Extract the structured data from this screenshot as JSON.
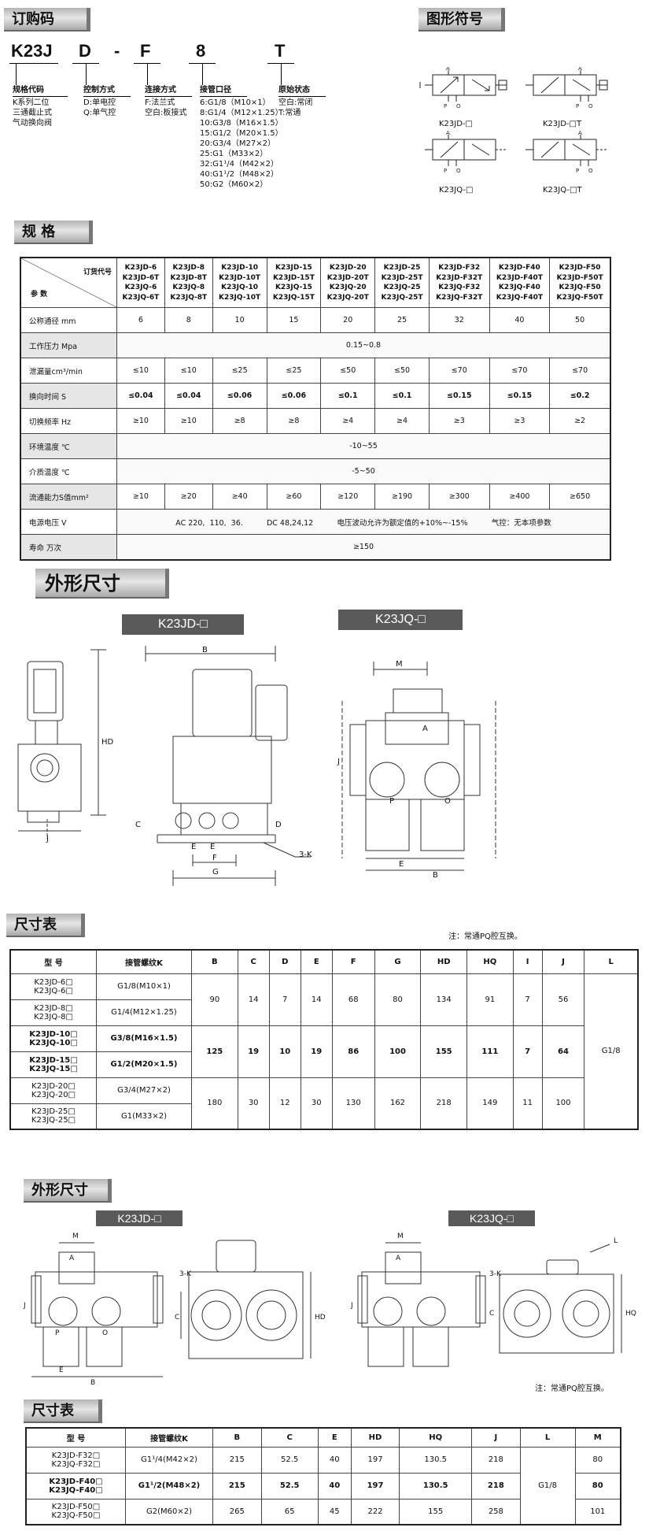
{
  "sections": {
    "order_code": "订购码",
    "symbols": "图形符号",
    "specs": "规  格",
    "outline1": "外形尺寸",
    "dims1": "尺寸表",
    "outline2": "外形尺寸",
    "dims2": "尺寸表"
  },
  "order": {
    "codes": [
      "K23J",
      "D",
      "-",
      "F",
      "8",
      "T"
    ],
    "groups": [
      {
        "title": "规格代码",
        "lines": [
          "K系列二位",
          "三通截止式",
          "气动换向阀"
        ]
      },
      {
        "title": "控制方式",
        "lines": [
          "D:单电控",
          "Q:单气控"
        ]
      },
      {
        "title": "连接方式",
        "lines": [
          "F:法兰式",
          "空白:板接式"
        ]
      },
      {
        "title": "接管口径",
        "lines": [
          "6:G1/8（M10×1）",
          "8:G1/4（M12×1.25）",
          "10:G3/8（M16×1.5）",
          "15:G1/2（M20×1.5）",
          "20:G3/4（M27×2）",
          "25:G1（M33×2）",
          "32:G1¹/4（M42×2）",
          "40:G1¹/2（M48×2）",
          "50:G2（M60×2）"
        ]
      },
      {
        "title": "原始状态",
        "lines": [
          "空白:常闭",
          "T:常通"
        ]
      }
    ]
  },
  "symbols": {
    "captions": [
      "K23JD-□",
      "K23JD-□T",
      "K23JQ-□",
      "K23JQ-□T"
    ],
    "port_labels": [
      "A",
      "P",
      "O"
    ]
  },
  "spec_table": {
    "corner_top": "订货代号",
    "corner_bottom": "参  数",
    "models": [
      [
        "K23JD-6",
        "K23JD-6T",
        "K23JQ-6",
        "K23JQ-6T"
      ],
      [
        "K23JD-8",
        "K23JD-8T",
        "K23JQ-8",
        "K23JQ-8T"
      ],
      [
        "K23JD-10",
        "K23JD-10T",
        "K23JQ-10",
        "K23JQ-10T"
      ],
      [
        "K23JD-15",
        "K23JD-15T",
        "K23JQ-15",
        "K23JQ-15T"
      ],
      [
        "K23JD-20",
        "K23JD-20T",
        "K23JQ-20",
        "K23JQ-20T"
      ],
      [
        "K23JD-25",
        "K23JD-25T",
        "K23JQ-25",
        "K23JQ-25T"
      ],
      [
        "K23JD-F32",
        "K23JD-F32T",
        "K23JQ-F32",
        "K23JQ-F32T"
      ],
      [
        "K23JD-F40",
        "K23JD-F40T",
        "K23JQ-F40",
        "K23JQ-F40T"
      ],
      [
        "K23JD-F50",
        "K23JD-F50T",
        "K23JQ-F50",
        "K23JQ-F50T"
      ]
    ],
    "rows": [
      {
        "label": "公称通径    mm",
        "values": [
          "6",
          "8",
          "10",
          "15",
          "20",
          "25",
          "32",
          "40",
          "50"
        ]
      },
      {
        "label": "工作压力  Mpa",
        "merged": "0.15~0.8"
      },
      {
        "label": "泄漏量cm³/min",
        "values": [
          "≤10",
          "≤10",
          "≤25",
          "≤25",
          "≤50",
          "≤50",
          "≤70",
          "≤70",
          "≤70"
        ]
      },
      {
        "label": "换向时间  S",
        "values": [
          "≤0.04",
          "≤0.04",
          "≤0.06",
          "≤0.06",
          "≤0.1",
          "≤0.1",
          "≤0.15",
          "≤0.15",
          "≤0.2"
        ]
      },
      {
        "label": "切换频率  Hz",
        "values": [
          "≥10",
          "≥10",
          "≥8",
          "≥8",
          "≥4",
          "≥4",
          "≥3",
          "≥3",
          "≥2"
        ]
      },
      {
        "label": "环境温度  ℃",
        "merged": "-10~55"
      },
      {
        "label": "介质温度  ℃",
        "merged": "-5~50"
      },
      {
        "label": "流通能力S值mm²",
        "values": [
          "≥10",
          "≥20",
          "≥40",
          "≥60",
          "≥120",
          "≥190",
          "≥300",
          "≥400",
          "≥650"
        ]
      },
      {
        "label": "电源电压  V",
        "merged": "AC 220,  110,  36.          DC 48,24,12          电压波动允许为额定值的+10%~-15%          气控：无本项参数"
      },
      {
        "label": "寿命     万次",
        "merged": "≥150"
      }
    ]
  },
  "outline1": {
    "banner_left": "K23JD-□",
    "banner_right": "K23JQ-□",
    "dims": [
      "B",
      "HD",
      "J",
      "C",
      "D",
      "E",
      "F",
      "G",
      "3-K",
      "M",
      "P",
      "A",
      "O"
    ]
  },
  "dim_table1": {
    "note": "注：常通PQ腔互换。",
    "headers": [
      "型  号",
      "接管螺纹K",
      "B",
      "C",
      "D",
      "E",
      "F",
      "G",
      "HD",
      "HQ",
      "I",
      "J",
      "L"
    ],
    "rows": [
      {
        "models": [
          "K23JD-6□",
          "K23JQ-6□"
        ],
        "thread": "G1/8(M10×1)"
      },
      {
        "models": [
          "K23JD-8□",
          "K23JQ-8□"
        ],
        "thread": "G1/4(M12×1.25)"
      },
      {
        "models": [
          "K23JD-10□",
          "K23JQ-10□"
        ],
        "thread": "G3/8(M16×1.5)"
      },
      {
        "models": [
          "K23JD-15□",
          "K23JQ-15□"
        ],
        "thread": "G1/2(M20×1.5)"
      },
      {
        "models": [
          "K23JD-20□",
          "K23JQ-20□"
        ],
        "thread": "G3/4(M27×2)"
      },
      {
        "models": [
          "K23JD-25□",
          "K23JQ-25□"
        ],
        "thread": "G1(M33×2)"
      }
    ],
    "groups": [
      [
        "90",
        "14",
        "7",
        "14",
        "68",
        "80",
        "134",
        "91",
        "7",
        "56"
      ],
      [
        "125",
        "19",
        "10",
        "19",
        "86",
        "100",
        "155",
        "111",
        "7",
        "64"
      ],
      [
        "180",
        "30",
        "12",
        "30",
        "130",
        "162",
        "218",
        "149",
        "11",
        "100"
      ]
    ],
    "L": "G1/8"
  },
  "outline2": {
    "banner_left": "K23JD-□",
    "banner_right": "K23JQ-□",
    "note": "注：常通PQ腔互换。",
    "dims": [
      "M",
      "J",
      "B",
      "E",
      "3-K",
      "C",
      "HD",
      "HQ",
      "L"
    ]
  },
  "dim_table2": {
    "headers": [
      "型  号",
      "接管螺纹K",
      "B",
      "C",
      "E",
      "HD",
      "HQ",
      "J",
      "L",
      "M"
    ],
    "rows": [
      {
        "models": [
          "K23JD-F32□",
          "K23JQ-F32□"
        ],
        "values": [
          "G1¹/4(M42×2)",
          "215",
          "52.5",
          "40",
          "197",
          "130.5",
          "218",
          "80"
        ]
      },
      {
        "models": [
          "K23JD-F40□",
          "K23JQ-F40□"
        ],
        "values": [
          "G1¹/2(M48×2)",
          "215",
          "52.5",
          "40",
          "197",
          "130.5",
          "218",
          "80"
        ]
      },
      {
        "models": [
          "K23JD-F50□",
          "K23JQ-F50□"
        ],
        "values": [
          "G2(M60×2)",
          "265",
          "65",
          "45",
          "222",
          "155",
          "258",
          "101"
        ]
      }
    ],
    "L": "G1/8"
  }
}
